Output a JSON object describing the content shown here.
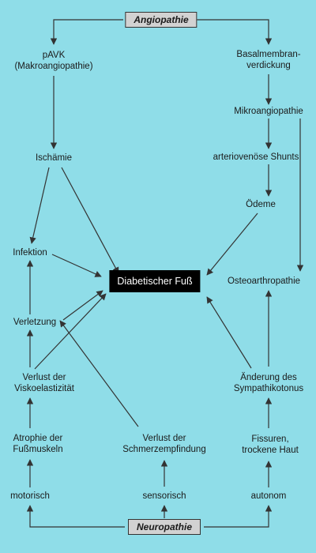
{
  "top_box": "Angiopathie",
  "bottom_box": "Neuropathie",
  "center_box": "Diabetischer Fuß",
  "nodes": {
    "pavk": [
      "pAVK",
      "(Makroangiopathie)"
    ],
    "basalmembran": [
      "Basalmembran-",
      "verdickung"
    ],
    "mikroangiopathie": [
      "Mikroangiopathie"
    ],
    "ischaemie": [
      "Ischämie"
    ],
    "shunts": [
      "arteriovenöse Shunts"
    ],
    "oedeme": [
      "Ödeme"
    ],
    "infektion": [
      "Infektion"
    ],
    "osteoarthropathie": [
      "Osteoarthropathie"
    ],
    "verletzung": [
      "Verletzung"
    ],
    "viskoelastizitaet": [
      "Verlust der",
      "Viskoelastizität"
    ],
    "sympathikotonus": [
      "Änderung des",
      "Sympathikotonus"
    ],
    "atrophie": [
      "Atrophie der",
      "Fußmuskeln"
    ],
    "schmerzempfindung": [
      "Verlust der",
      "Schmerzempfindung"
    ],
    "fissuren": [
      "Fissuren,",
      "trockene Haut"
    ],
    "motorisch": [
      "motorisch"
    ],
    "sensorisch": [
      "sensorisch"
    ],
    "autonom": [
      "autonom"
    ]
  },
  "colors": {
    "background": "#8fdde8",
    "box_gray": "#d2d2d2",
    "center_box": "#000000",
    "arrow": "#333333"
  }
}
